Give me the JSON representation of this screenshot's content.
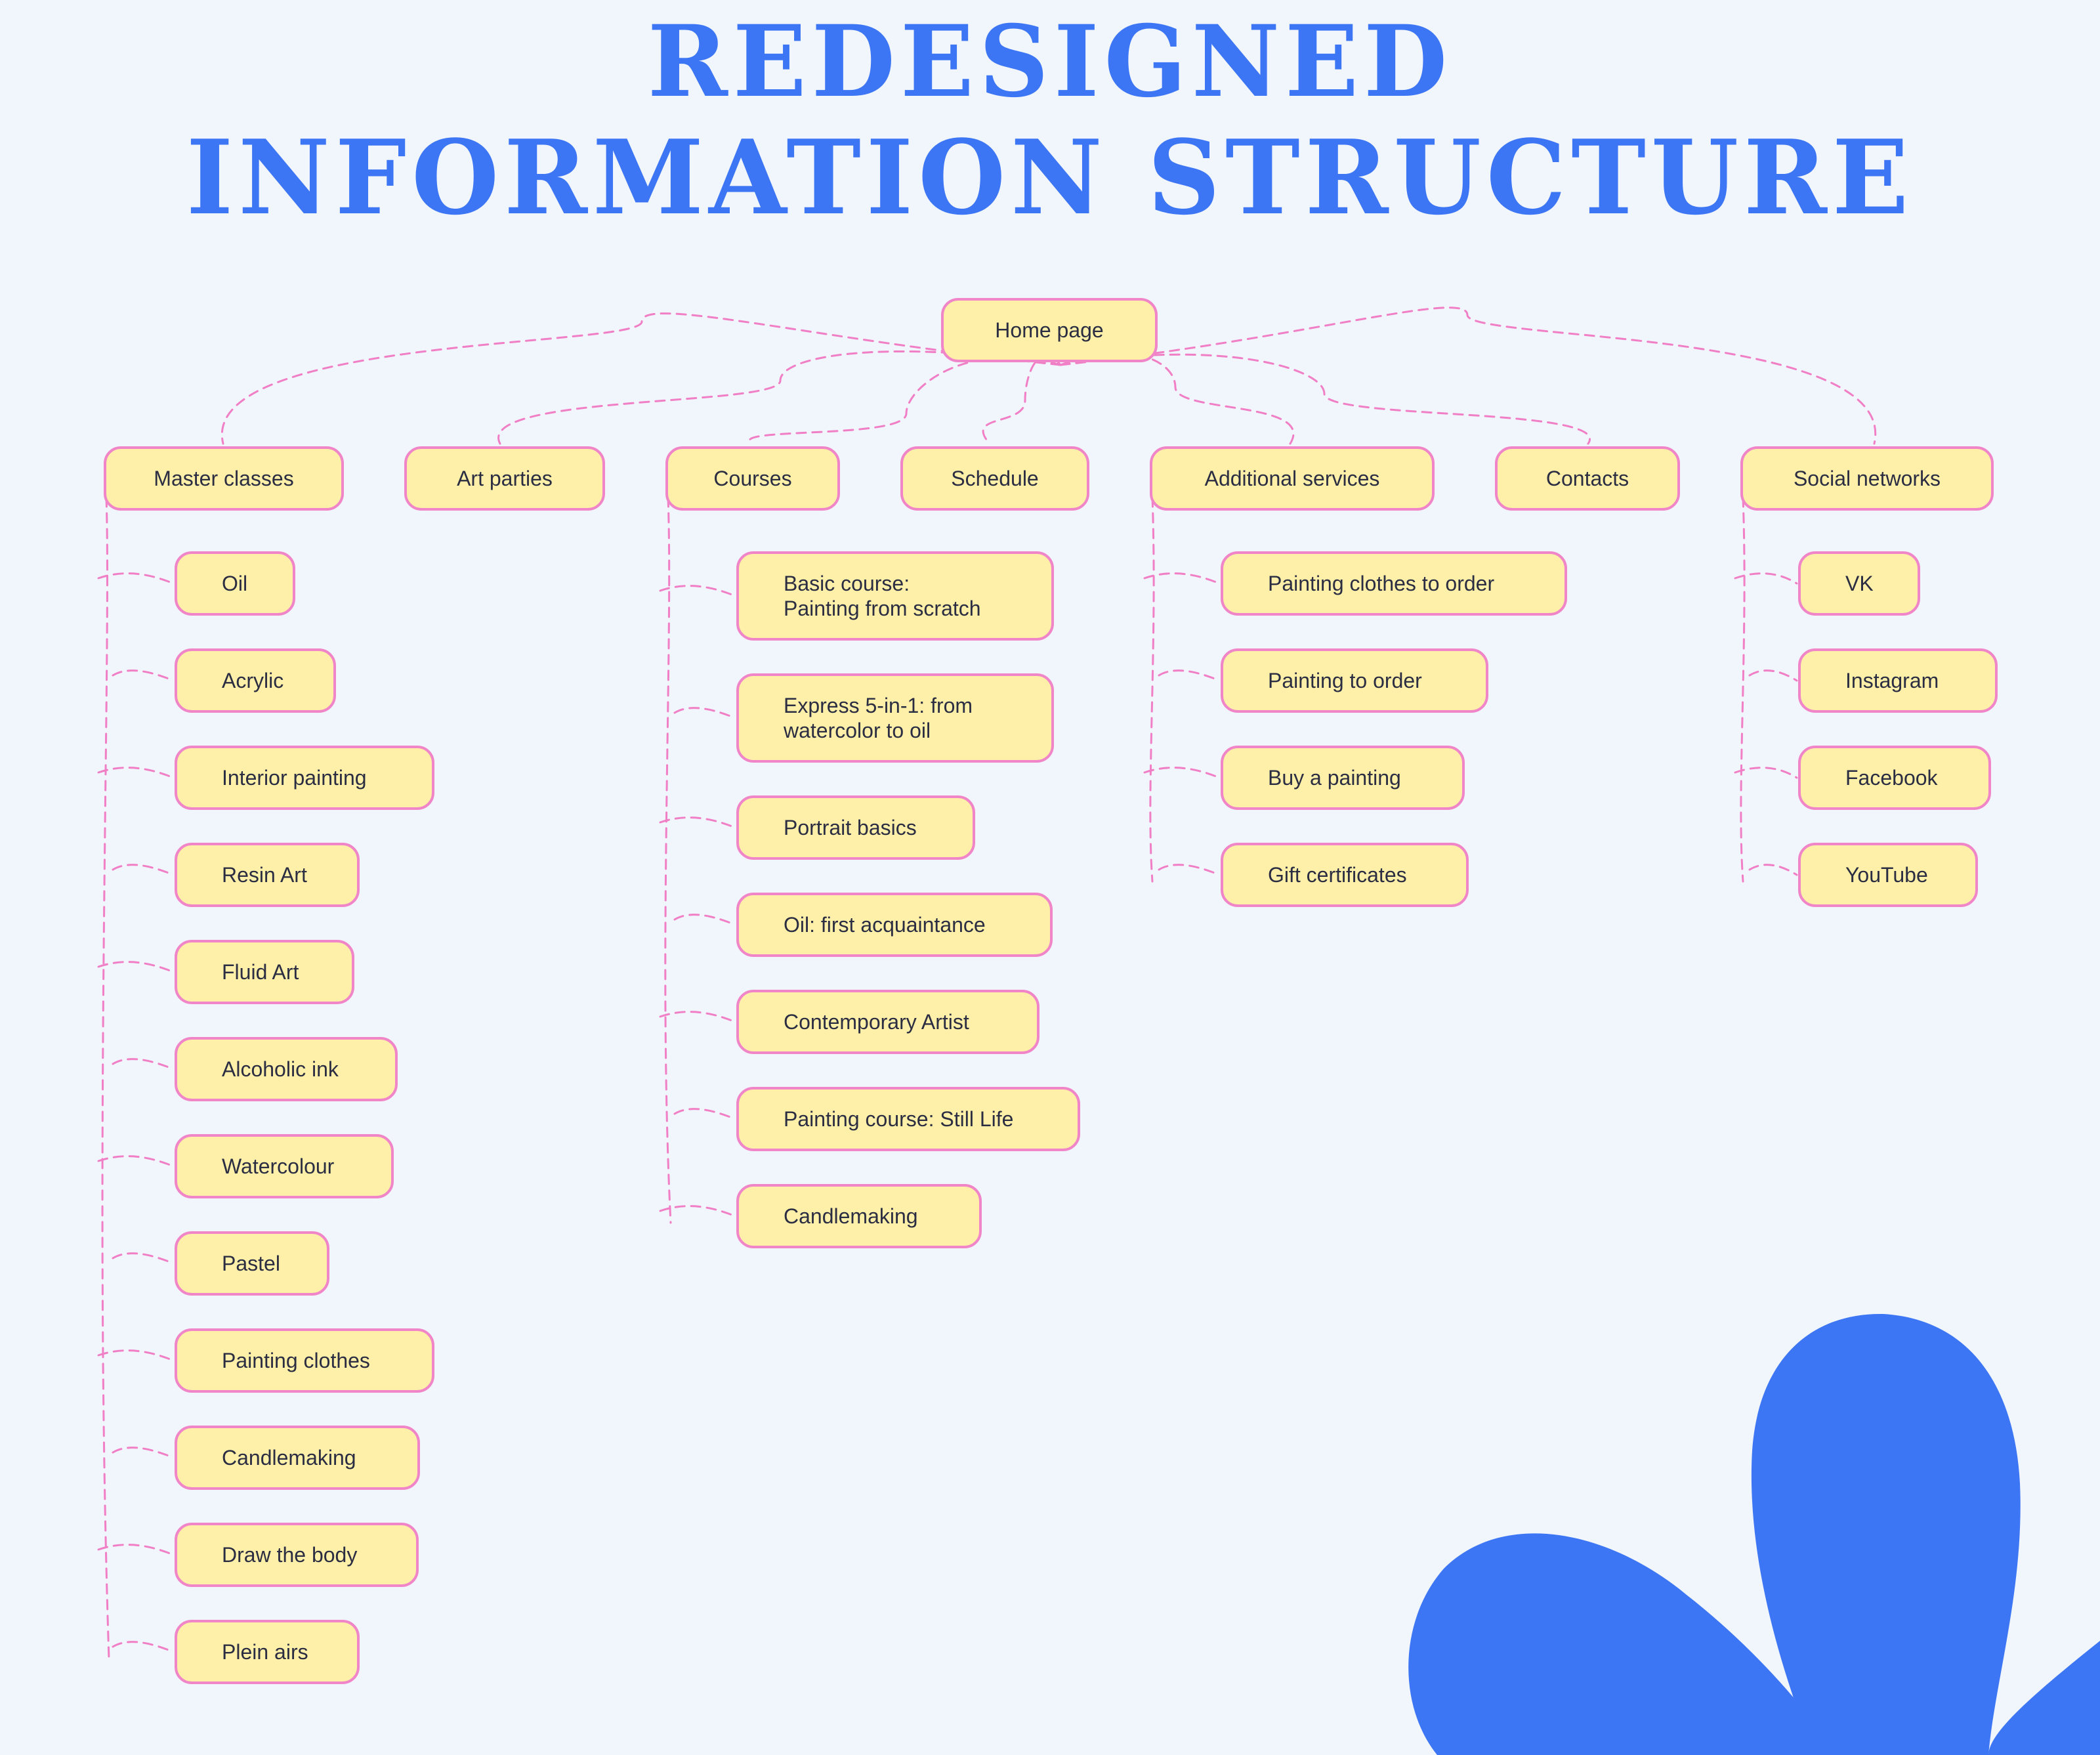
{
  "title": {
    "line1": "Redesigned",
    "line2": "Information structure"
  },
  "colors": {
    "background": "#F1F5FC",
    "title": "#3D76F4",
    "node_fill": "#FEF0A8",
    "node_border": "#F085C8",
    "connector": "#F07FC6",
    "flower": "#3D76F4",
    "text": "#2B2D42"
  },
  "root": {
    "label": "Home page"
  },
  "sections": [
    {
      "id": "master-classes",
      "label": "Master classes",
      "children": [
        "Oil",
        "Acrylic",
        "Interior painting",
        "Resin Art",
        "Fluid Art",
        "Alcoholic ink",
        "Watercolour",
        "Pastel",
        "Painting clothes",
        "Candlemaking",
        "Draw the body",
        "Plein airs"
      ]
    },
    {
      "id": "art-parties",
      "label": "Art parties",
      "children": []
    },
    {
      "id": "courses",
      "label": "Courses",
      "children": [
        "Basic course:\nPainting from scratch",
        "Express 5-in-1: from\nwatercolor to oil",
        "Portrait basics",
        "Oil: first acquaintance",
        "Contemporary Artist",
        "Painting course: Still Life",
        "Candlemaking"
      ]
    },
    {
      "id": "schedule",
      "label": "Schedule",
      "children": []
    },
    {
      "id": "additional-services",
      "label": "Additional services",
      "children": [
        "Painting clothes to order",
        "Painting to order",
        "Buy a painting",
        "Gift certificates"
      ]
    },
    {
      "id": "contacts",
      "label": "Contacts",
      "children": []
    },
    {
      "id": "social-networks",
      "label": "Social networks",
      "children": [
        "VK",
        "Instagram",
        "Facebook",
        "YouTube"
      ]
    }
  ]
}
